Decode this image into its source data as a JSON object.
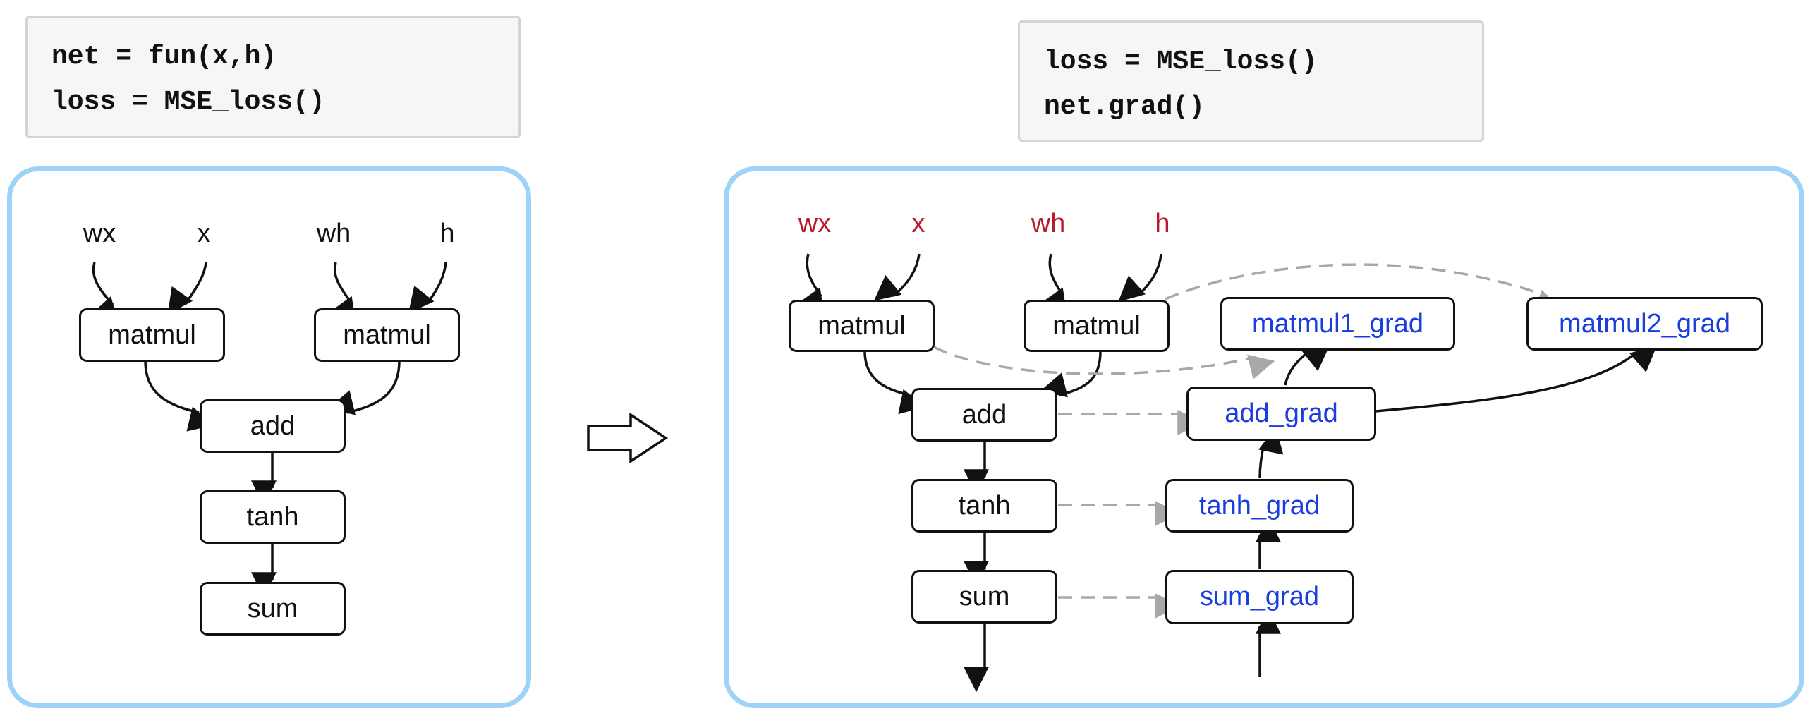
{
  "code_left": {
    "lines": [
      "net = fun(x,h)",
      "loss = MSE_loss()"
    ]
  },
  "code_right": {
    "lines": [
      "loss = MSE_loss()",
      "net.grad()"
    ]
  },
  "forward_graph": {
    "inputs": [
      "wx",
      "x",
      "wh",
      "h"
    ],
    "nodes": [
      "matmul",
      "matmul",
      "add",
      "tanh",
      "sum"
    ]
  },
  "backward_graph": {
    "inputs": [
      "wx",
      "x",
      "wh",
      "h"
    ],
    "nodes": [
      "matmul",
      "matmul",
      "add",
      "tanh",
      "sum"
    ],
    "grad_nodes": [
      "matmul1_grad",
      "matmul2_grad",
      "add_grad",
      "tanh_grad",
      "sum_grad"
    ]
  },
  "colors": {
    "panel_border": "#9dd3f7",
    "input_highlight": "#b81c2c",
    "grad_text": "#1a3de0",
    "dashed_edge": "#a8a8a8"
  }
}
